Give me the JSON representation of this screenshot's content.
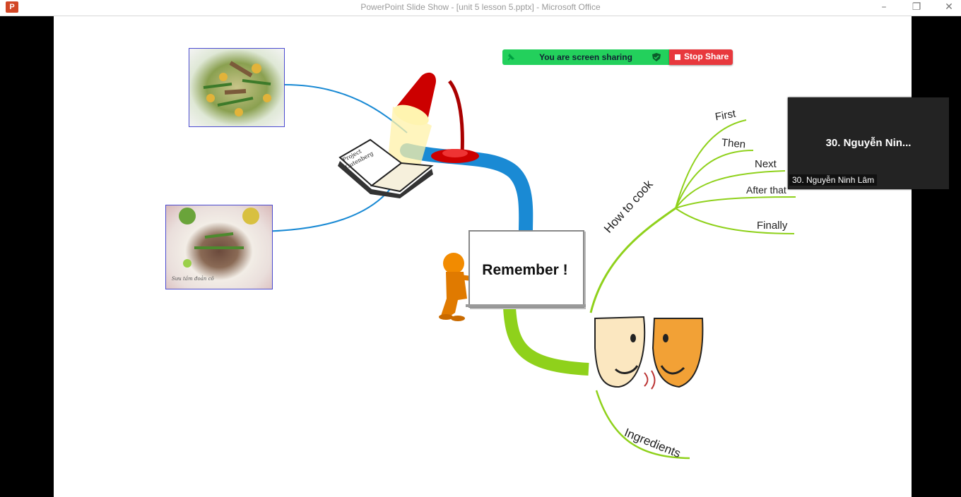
{
  "window": {
    "title": "PowerPoint Slide Show - [unit 5 lesson 5.pptx] - Microsoft Office",
    "app_icon_letter": "P",
    "minimize_glyph": "–",
    "restore_glyph": "❐",
    "close_glyph": "✕"
  },
  "slide": {
    "central_topic": "Remember !",
    "branches": {
      "how_to_cook": "How to cook",
      "ingredients": "Ingredients",
      "steps": [
        "First",
        "Then",
        "Next",
        "After that",
        "Finally"
      ]
    },
    "book_text": [
      "Project",
      "Gutenberg"
    ],
    "photo_credit": "Sưu tầm đoản cô"
  },
  "screen_share": {
    "status_text": "You are screen sharing",
    "stop_label": "Stop Share",
    "colors": {
      "bar": "#23d05c",
      "stop": "#e8383d"
    }
  },
  "video_tile": {
    "display_name": "30. Nguyễn Nin...",
    "name_tag": "30. Nguyễn Ninh Lâm"
  },
  "colors": {
    "blue_branch": "#1a8ad4",
    "green_branch": "#8fd11b"
  }
}
